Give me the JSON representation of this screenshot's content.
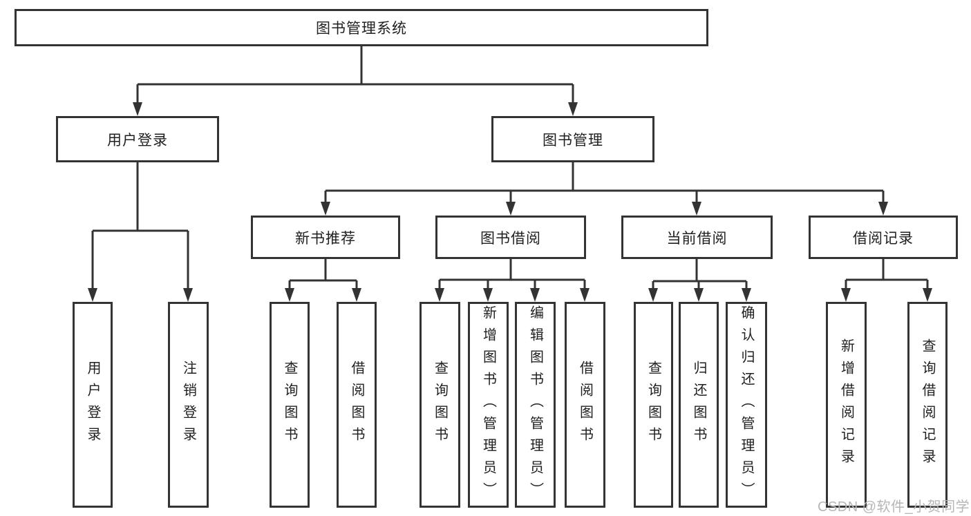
{
  "colors": {
    "line": "#333333",
    "text": "#1f1f1f",
    "watermark": "#b6b6b6",
    "background": "#ffffff"
  },
  "nodes": {
    "root": "图书管理系统",
    "user_login": "用户登录",
    "book_mgmt": "图书管理",
    "new_book_rec": "新书推荐",
    "book_borrow": "图书借阅",
    "current_borrow": "当前借阅",
    "borrow_record": "借阅记录",
    "user_login_leaf": "用户登录",
    "logout_leaf": "注销登录",
    "rec_query_books": "查询图书",
    "rec_borrow_books": "借阅图书",
    "bb_query_books": "查询图书",
    "bb_add_books": "新增图书（管理员）",
    "bb_edit_books": "编辑图书（管理员）",
    "bb_borrow_books": "借阅图书",
    "cb_query_books": "查询图书",
    "cb_return_books": "归还图书",
    "cb_confirm_return": "确认归还（管理员）",
    "br_add_record": "新增借阅记录",
    "br_query_record": "查询借阅记录"
  },
  "watermark": "CSDN @软件_小贺同学"
}
